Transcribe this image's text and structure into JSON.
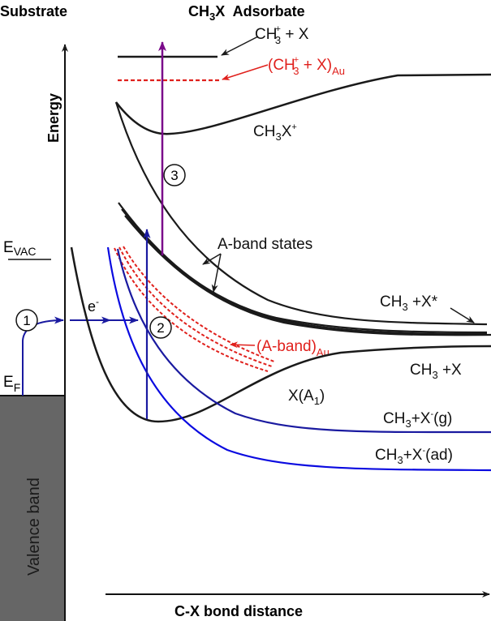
{
  "titles": {
    "substrate": "Substrate",
    "adsorbate_ch": "CH",
    "adsorbate_sub": "3",
    "adsorbate_rest": "X  Adsorbate"
  },
  "axes": {
    "y_label": "Energy",
    "x_label": "C-X bond distance"
  },
  "substrate": {
    "evac_main": "E",
    "evac_sub": "VAC",
    "ef_main": "E",
    "ef_sub": "F",
    "valence_band": "Valence band",
    "electron_main": "e",
    "electron_sup": "-"
  },
  "steps": [
    "1",
    "2",
    "3"
  ],
  "labels": {
    "ion_limit": {
      "a": "CH",
      "sup": "+",
      "sub": "3",
      "b": " + X"
    },
    "ion_limit_au": {
      "open": "(CH",
      "sup": "+",
      "sub": "3",
      "b": " + X)",
      "sub2": "Au"
    },
    "cation": {
      "a": "CH",
      "sub": "3",
      "b": "X",
      "sup": "+"
    },
    "a_band_states": "A-band states",
    "a_band_au": {
      "a": "(A-band)",
      "sub": "Au"
    },
    "excited": {
      "a": "CH",
      "sub": "3",
      "b": " +X*"
    },
    "neutral": {
      "a": "CH",
      "sub": "3",
      "b": " +X"
    },
    "ground": {
      "a": "X(A",
      "sub": "1",
      "b": ")"
    },
    "anion_g": {
      "a": "CH",
      "sub": "3",
      "b": "+X",
      "sup": "-",
      "c": "(g)"
    },
    "anion_ad": {
      "a": "CH",
      "sub": "3",
      "b": "+X",
      "sup": "-",
      "c": "(ad)"
    }
  },
  "colors": {
    "black": "#1a1a1a",
    "blue": "#0a0ae0",
    "navy": "#1a1aa0",
    "red": "#e0201c",
    "purple": "#7a0a8a",
    "valence": "#666666"
  }
}
